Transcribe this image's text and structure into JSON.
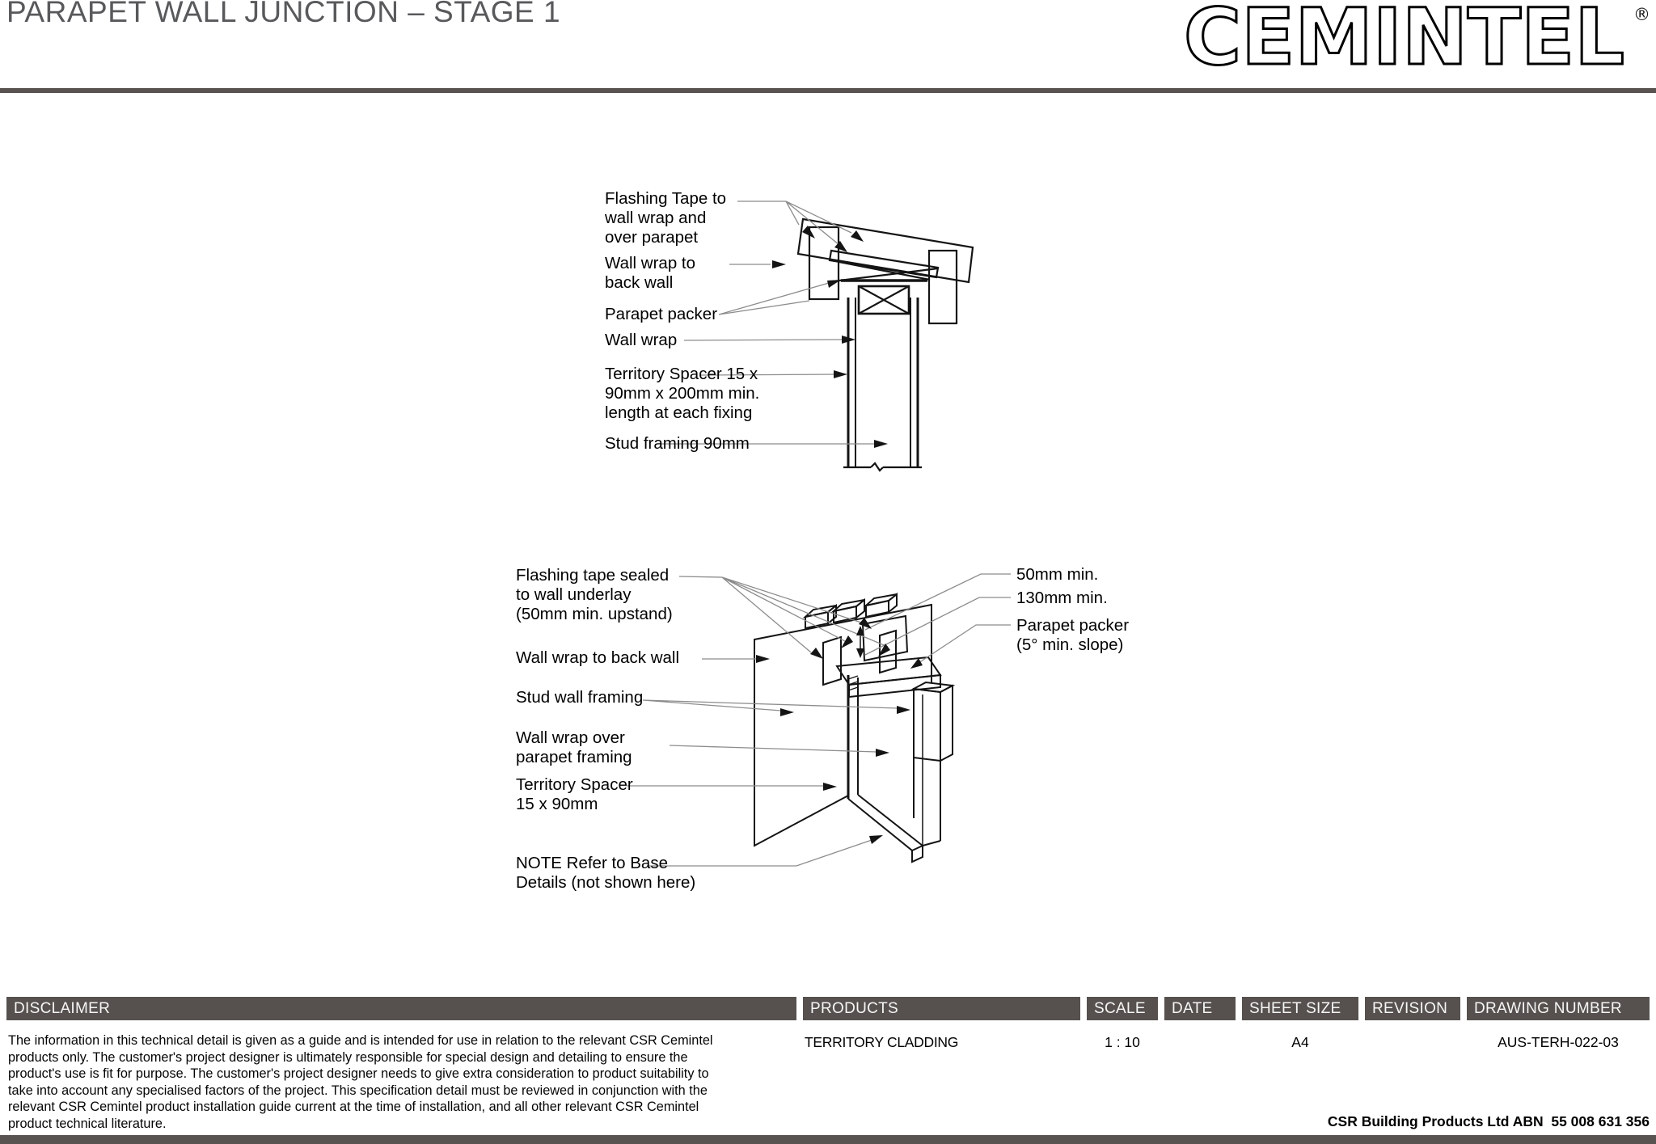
{
  "header": {
    "title": "PARAPET WALL JUNCTION – STAGE 1",
    "logo_text": "CEMINTEL",
    "logo_mark": "®"
  },
  "stage1_detail": {
    "labels": {
      "flashing_tape": "Flashing Tape to\nwall wrap and\nover parapet",
      "wall_wrap_back": "Wall wrap to\nback wall",
      "parapet_packer": "Parapet packer",
      "wall_wrap": "Wall wrap",
      "territory_spacer": "Territory Spacer 15 x\n90mm x 200mm min.\nlength at each fixing",
      "stud_framing": "Stud framing 90mm"
    }
  },
  "isometric_detail": {
    "labels_left": {
      "flashing_tape": "Flashing tape sealed\nto wall underlay\n(50mm min. upstand)",
      "wall_wrap_back": "Wall wrap to back wall",
      "stud_framing": "Stud wall framing",
      "wall_wrap_over": "Wall wrap over\nparapet framing",
      "territory_spacer": "Territory Spacer\n15 x 90mm",
      "note": "NOTE Refer to Base\nDetails (not shown here)"
    },
    "labels_right": {
      "dim_50": "50mm min.",
      "dim_130": "130mm min.",
      "parapet_packer": "Parapet packer\n(5° min. slope)"
    }
  },
  "footer": {
    "disclaimer": {
      "label": "DISCLAIMER",
      "text": "The information in this technical detail is given as a guide and is intended for use in relation to the relevant CSR Cemintel\nproducts only. The customer's project designer is ultimately responsible for special design and detailing to ensure the\nproduct's use is fit for purpose. The customer's project designer needs to give extra consideration to product suitability to\ntake into account any specialised factors of the project. This specification detail must be reviewed in conjunction with the\nrelevant CSR Cemintel product installation guide current at the time of installation, and all other relevant CSR Cemintel\nproduct technical literature."
    },
    "products": {
      "label": "PRODUCTS",
      "value": "TERRITORY CLADDING"
    },
    "scale": {
      "label": "SCALE",
      "value": "1 : 10"
    },
    "date": {
      "label": "DATE",
      "value": ""
    },
    "sheet_size": {
      "label": "SHEET SIZE",
      "value": "A4"
    },
    "revision": {
      "label": "REVISION",
      "value": ""
    },
    "drawing_number": {
      "label": "DRAWING NUMBER",
      "value": "AUS-TERH-022-03"
    },
    "company_abn": "CSR Building Products Ltd ABN  55 008 631 356"
  },
  "colors": {
    "divider_bar": "#585351",
    "footer_header_fill": "#56514e",
    "title_text": "#58595b",
    "drawing_line": "#141414",
    "leader_line": "#8c8c8c"
  }
}
